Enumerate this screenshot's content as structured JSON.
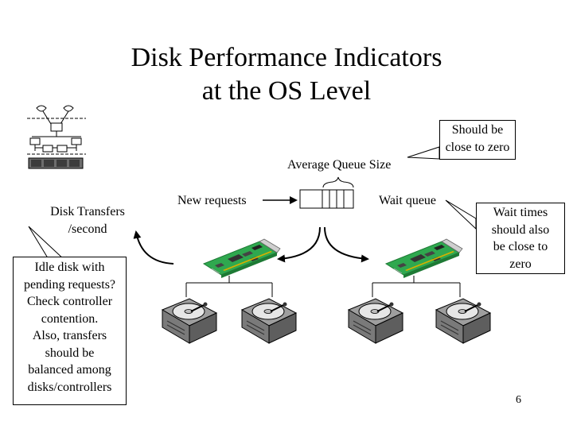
{
  "slide": {
    "title_line1": "Disk Performance Indicators",
    "title_line2": "at the OS Level",
    "page_number": "6"
  },
  "labels": {
    "avg_queue_size": "Average Queue Size",
    "new_requests": "New requests",
    "wait_queue": "Wait queue",
    "disk_transfers_line1": "Disk Transfers",
    "disk_transfers_line2": "/second"
  },
  "callouts": {
    "queue_size": [
      "Should be",
      "close to zero"
    ],
    "wait_times": [
      "Wait times",
      "should also",
      "be close to",
      "zero"
    ],
    "idle_disk": [
      "Idle disk with",
      "pending requests?",
      "Check controller",
      "contention.",
      "Also, transfers",
      "should be",
      "balanced among",
      "disks/controllers"
    ]
  },
  "colors": {
    "card_green": "#2fa84f",
    "card_dark": "#1e7a35",
    "metal": "#a8a8a8",
    "disk_surface": "#e6e6e6"
  }
}
